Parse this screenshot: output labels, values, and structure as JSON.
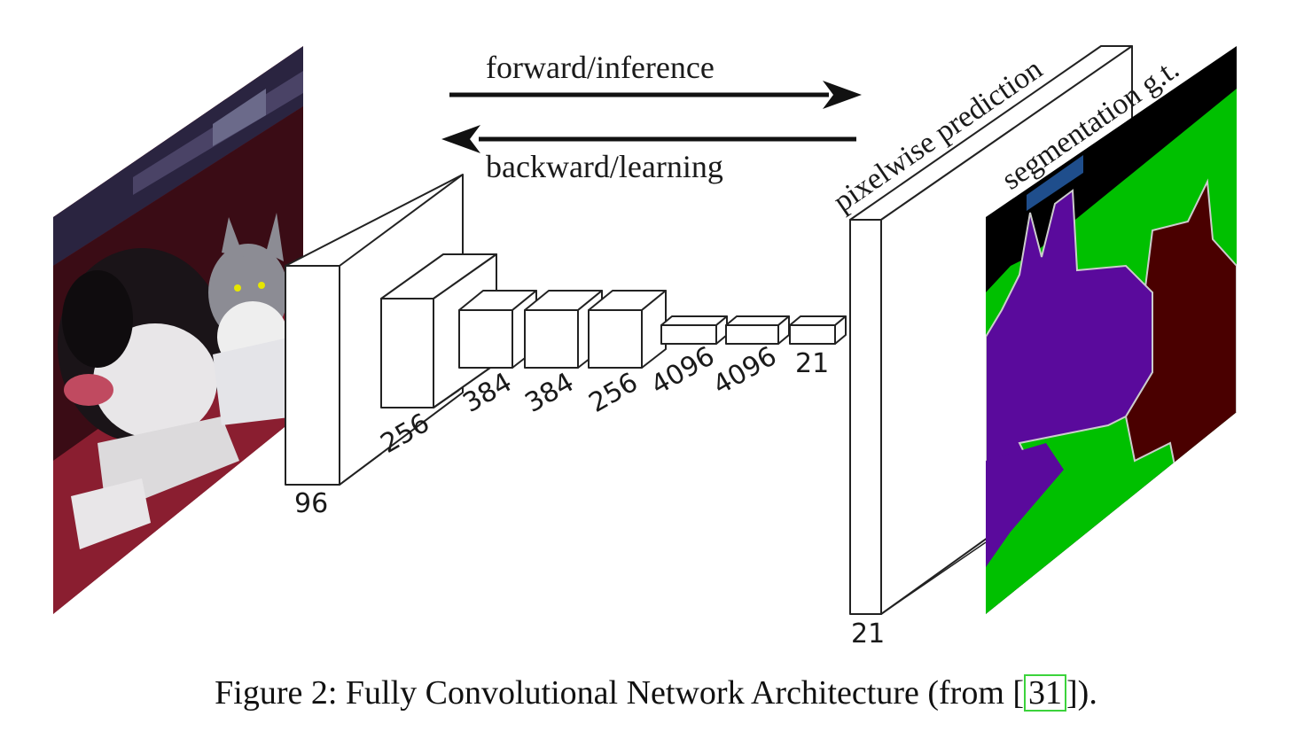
{
  "arrows": {
    "forward_label": "forward/inference",
    "backward_label": "backward/learning"
  },
  "layers": [
    {
      "label": "96"
    },
    {
      "label": "256"
    },
    {
      "label": "384"
    },
    {
      "label": "384"
    },
    {
      "label": "256"
    },
    {
      "label": "4096"
    },
    {
      "label": "4096"
    },
    {
      "label": "21"
    }
  ],
  "output": {
    "prediction_label": "pixelwise prediction",
    "prediction_depth": "21",
    "groundtruth_label": "segmentation g.t."
  },
  "caption": {
    "prefix": "Figure 2: Fully Convolutional Network Architecture (from [",
    "cite": "31",
    "suffix": "])."
  },
  "colors": {
    "segmentation_background": "#000000",
    "segmentation_green": "#00c000",
    "segmentation_dog": "#5a0a9c",
    "segmentation_cat": "#4a0000",
    "segmentation_blue": "#1f4e8c",
    "photo_red": "#7a1a28",
    "cite_box": "#3cd33c"
  }
}
